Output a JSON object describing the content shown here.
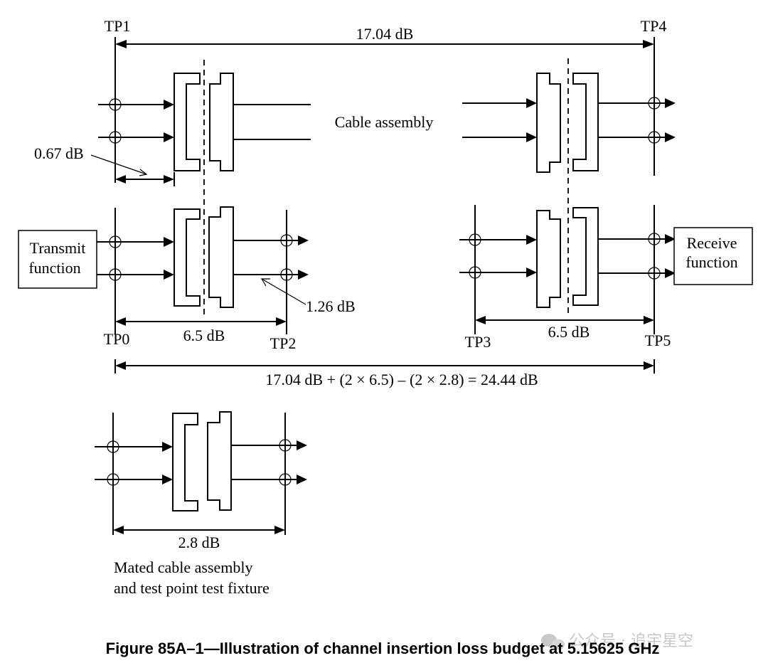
{
  "labels": {
    "tp0": "TP0",
    "tp1": "TP1",
    "tp2": "TP2",
    "tp3": "TP3",
    "tp4": "TP4",
    "tp5": "TP5",
    "top_loss": "17.04 dB",
    "cable_assembly": "Cable assembly",
    "mated_loss": "0.67 dB",
    "trace_loss": "1.26 dB",
    "tx_fixture_loss": "6.5 dB",
    "rx_fixture_loss": "6.5 dB",
    "budget_equation": "17.04 dB + (2 × 6.5) – (2 × 2.8) = 24.44 dB",
    "mated_fixture_loss": "2.8 dB",
    "mated_caption_line1": "Mated cable assembly",
    "mated_caption_line2": "and test point test fixture"
  },
  "blocks": {
    "transmit_line1": "Transmit",
    "transmit_line2": "function",
    "receive_line1": "Receive",
    "receive_line2": "function"
  },
  "figure_caption": "Figure 85A–1—Illustration of channel insertion loss budget at 5.15625 GHz",
  "watermark": "公众号 · 追宇星空"
}
